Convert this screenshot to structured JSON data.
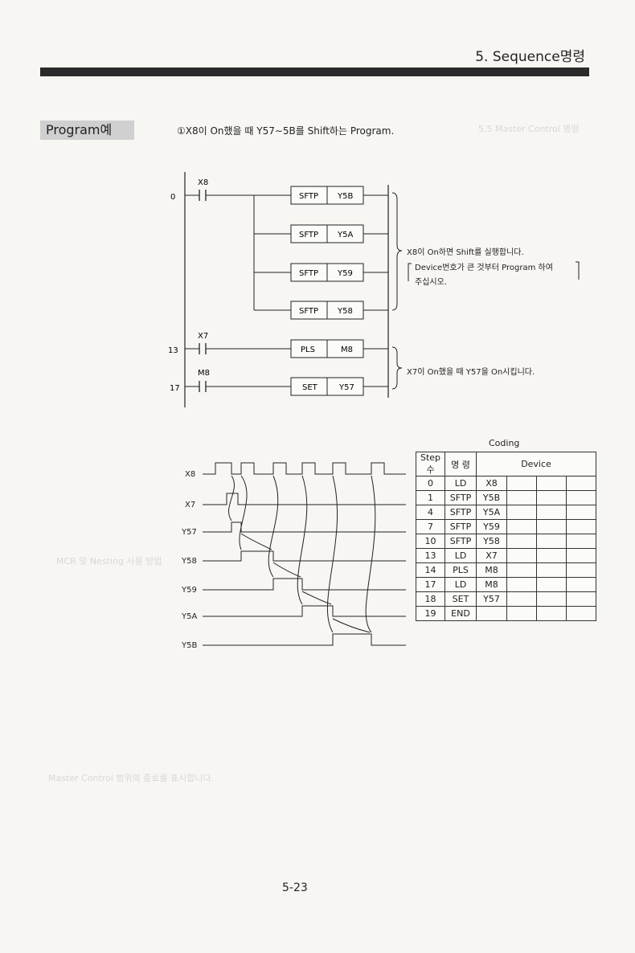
{
  "header": {
    "title": "5. Sequence명령"
  },
  "program": {
    "label": "Program예",
    "description": "①X8이 On했을 때 Y57∼5B를 Shift하는 Program."
  },
  "ladder": {
    "rungs": [
      {
        "step": "0",
        "contact": "X8",
        "instructions": [
          {
            "cmd": "SFTP",
            "dev": "Y5B"
          },
          {
            "cmd": "SFTP",
            "dev": "Y5A"
          },
          {
            "cmd": "SFTP",
            "dev": "Y59"
          },
          {
            "cmd": "SFTP",
            "dev": "Y58"
          }
        ]
      },
      {
        "step": "13",
        "contact": "X7",
        "instructions": [
          {
            "cmd": "PLS",
            "dev": "M8"
          }
        ]
      },
      {
        "step": "17",
        "contact": "M8",
        "instructions": [
          {
            "cmd": "SET",
            "dev": "Y57"
          }
        ]
      }
    ],
    "note_shift_1": "X8이 On하면 Shift를 실행합니다.",
    "note_shift_2": "Device번호가 큰 것부터 Program 하여",
    "note_shift_3": "주십시오.",
    "note_set": "X7이 On했을 때 Y57을 On시킵니다."
  },
  "timing": {
    "signals": [
      "X8",
      "X7",
      "Y57",
      "Y58",
      "Y59",
      "Y5A",
      "Y5B"
    ]
  },
  "coding": {
    "title": "Coding",
    "headers": {
      "step": "Step수",
      "cmd": "명 령",
      "device": "Device"
    },
    "rows": [
      {
        "step": "0",
        "cmd": "LD",
        "dev": "X8"
      },
      {
        "step": "1",
        "cmd": "SFTP",
        "dev": "Y5B"
      },
      {
        "step": "4",
        "cmd": "SFTP",
        "dev": "Y5A"
      },
      {
        "step": "7",
        "cmd": "SFTP",
        "dev": "Y59"
      },
      {
        "step": "10",
        "cmd": "SFTP",
        "dev": "Y58"
      },
      {
        "step": "13",
        "cmd": "LD",
        "dev": "X7"
      },
      {
        "step": "14",
        "cmd": "PLS",
        "dev": "M8"
      },
      {
        "step": "17",
        "cmd": "LD",
        "dev": "M8"
      },
      {
        "step": "18",
        "cmd": "SET",
        "dev": "Y57"
      },
      {
        "step": "19",
        "cmd": "END",
        "dev": ""
      }
    ]
  },
  "footer": {
    "page": "5-23"
  }
}
